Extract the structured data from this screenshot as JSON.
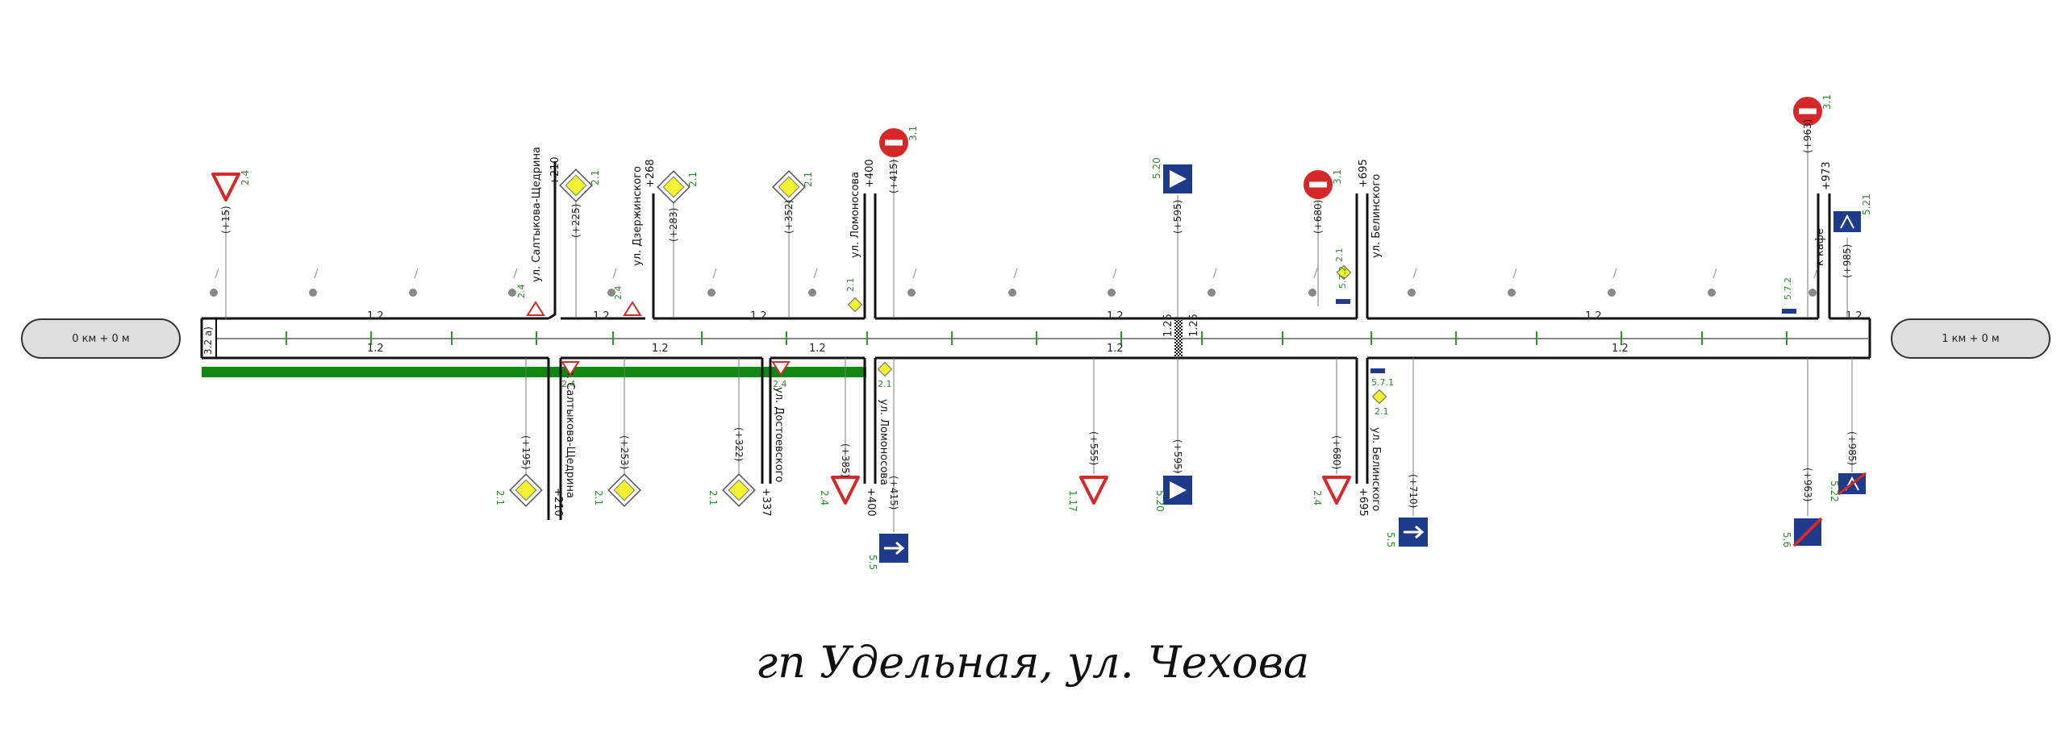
{
  "title": "гп Удельная, ул. Чехова",
  "start_marker": "0 км + 0 м",
  "end_marker": "1 км + 0 м",
  "colors": {
    "road_edge": "#111111",
    "lane_marking": "#2e9a2e",
    "sidewalk": "#118811",
    "prohibition_red": "#d62828",
    "information_blue": "#1e3a8a",
    "priority_yellow": "#f2f230",
    "pole_gray": "#888888"
  },
  "marking_labels": {
    "top_lane": [
      "1.2",
      "1.2",
      "1.2",
      "1.2",
      "1.2"
    ],
    "bottom_lane": [
      "1.2",
      "1.2",
      "1.2",
      "1.2",
      "1.2"
    ],
    "left_edge": "3.2 а)",
    "crossing_left": "1.25",
    "crossing_right": "1.25"
  },
  "streets_top": [
    {
      "name": "ул. Салтыкова-Щедрина",
      "km": "+210"
    },
    {
      "name": "ул. Дзержинского",
      "km": "+268"
    },
    {
      "name": "ул. Ломоносова",
      "km": "+400"
    },
    {
      "name": "ул. Белинского",
      "km": "+695"
    },
    {
      "name": "к кафе",
      "km": "+973"
    }
  ],
  "streets_bottom": [
    {
      "name": "ул. Салтыкова-Щедрина",
      "km": "+210"
    },
    {
      "name": "ул. Достоевского",
      "km": "+337"
    },
    {
      "name": "ул. Ломоносова",
      "km": "+400"
    },
    {
      "name": "ул. Белинского",
      "km": "+695"
    }
  ],
  "signs_top": [
    {
      "type": "yield",
      "code": "2.4",
      "pos": "(+15)"
    },
    {
      "type": "priority",
      "code": "2.1",
      "pos": "(+225)"
    },
    {
      "type": "priority",
      "code": "2.1",
      "pos": "(+283)"
    },
    {
      "type": "priority",
      "code": "2.1",
      "pos": "(+352)"
    },
    {
      "type": "no_entry",
      "code": "3.1",
      "pos": "(+415)"
    },
    {
      "type": "crosswalk",
      "code": "5.20",
      "pos": "(+595)"
    },
    {
      "type": "no_entry",
      "code": "3.1",
      "pos": "(+680)"
    },
    {
      "type": "no_entry",
      "code": "3.1",
      "pos": "(+963)"
    },
    {
      "type": "info",
      "code": "5.21",
      "pos": "(+985)"
    }
  ],
  "signs_top_small": [
    {
      "code": "2.4"
    },
    {
      "code": "2.4"
    },
    {
      "code": "2.1"
    },
    {
      "code": "2.1"
    },
    {
      "code": "5.7.2"
    },
    {
      "code": "5.7.2"
    }
  ],
  "signs_bottom": [
    {
      "type": "priority",
      "code": "2.1",
      "pos": "(+195)"
    },
    {
      "type": "priority",
      "code": "2.1",
      "pos": "(+253)"
    },
    {
      "type": "priority",
      "code": "2.1",
      "pos": "(+322)"
    },
    {
      "type": "yield",
      "code": "2.4",
      "pos": "(+385)"
    },
    {
      "type": "oneway",
      "code": "5.5",
      "pos": "(+415)"
    },
    {
      "type": "yield_outline",
      "code": "1.17",
      "pos": "(+555)"
    },
    {
      "type": "crosswalk",
      "code": "5.20",
      "pos": "(+595)"
    },
    {
      "type": "yield",
      "code": "2.4",
      "pos": "(+680)"
    },
    {
      "type": "oneway",
      "code": "5.5",
      "pos": "(+710)"
    },
    {
      "type": "end_zone",
      "code": "5.6",
      "pos": "(+963)"
    },
    {
      "type": "end_info",
      "code": "5.22",
      "pos": "(+985)"
    }
  ],
  "signs_bottom_small": [
    {
      "code": "2.4"
    },
    {
      "code": "2.4"
    },
    {
      "code": "2.1"
    },
    {
      "code": "5.7.1"
    },
    {
      "code": "2.1"
    }
  ]
}
